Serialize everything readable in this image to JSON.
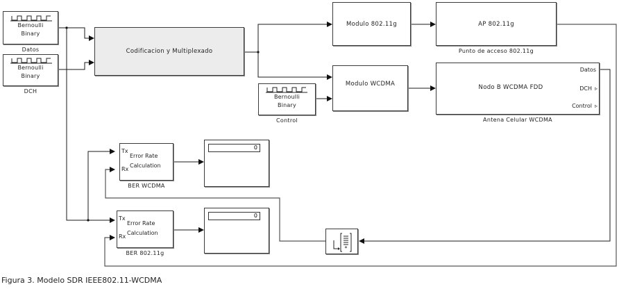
{
  "caption": "Figura 3. Modelo SDR IEEE802.11-WCDMA",
  "blocks": {
    "bernoulli_datos": {
      "line1": "Bernoulli",
      "line2": "Binary",
      "label": "Datos"
    },
    "bernoulli_dch": {
      "line1": "Bernoulli",
      "line2": "Binary",
      "label": "DCH"
    },
    "bernoulli_control": {
      "line1": "Bernoulli",
      "line2": "Binary",
      "label": "Control"
    },
    "codificacion": {
      "text": "Codificacion y Multiplexado"
    },
    "modulo_80211g": {
      "text": "Modulo 802.11g"
    },
    "ap_80211g": {
      "text": "AP 802.11g",
      "label": "Punto de acceso 802.11g"
    },
    "modulo_wcdma": {
      "text": "Modulo WCDMA"
    },
    "nodo_b": {
      "text": "Nodo B WCDMA FDD",
      "label": "Antena Celular WCDMA",
      "ports": {
        "datos": "Datos",
        "dch": "DCH",
        "control": "Control"
      }
    },
    "ber_wcdma": {
      "tx": "Tx",
      "rx": "Rx",
      "line1": "Error Rate",
      "line2": "Calculation",
      "label": "BER WCDMA"
    },
    "ber_80211g": {
      "tx": "Tx",
      "rx": "Rx",
      "line1": "Error Rate",
      "line2": "Calculation",
      "label": "BER 802.11g"
    },
    "display_wcdma": {
      "value": "0"
    },
    "display_80211g": {
      "value": "0"
    },
    "buffer": {
      "icon": "buffer-icon"
    }
  },
  "colors": {
    "wire": "#1a1a1a",
    "feedback_wire": "#555555",
    "block_border": "#3a3a3a",
    "codif_fill": "#ececec"
  }
}
